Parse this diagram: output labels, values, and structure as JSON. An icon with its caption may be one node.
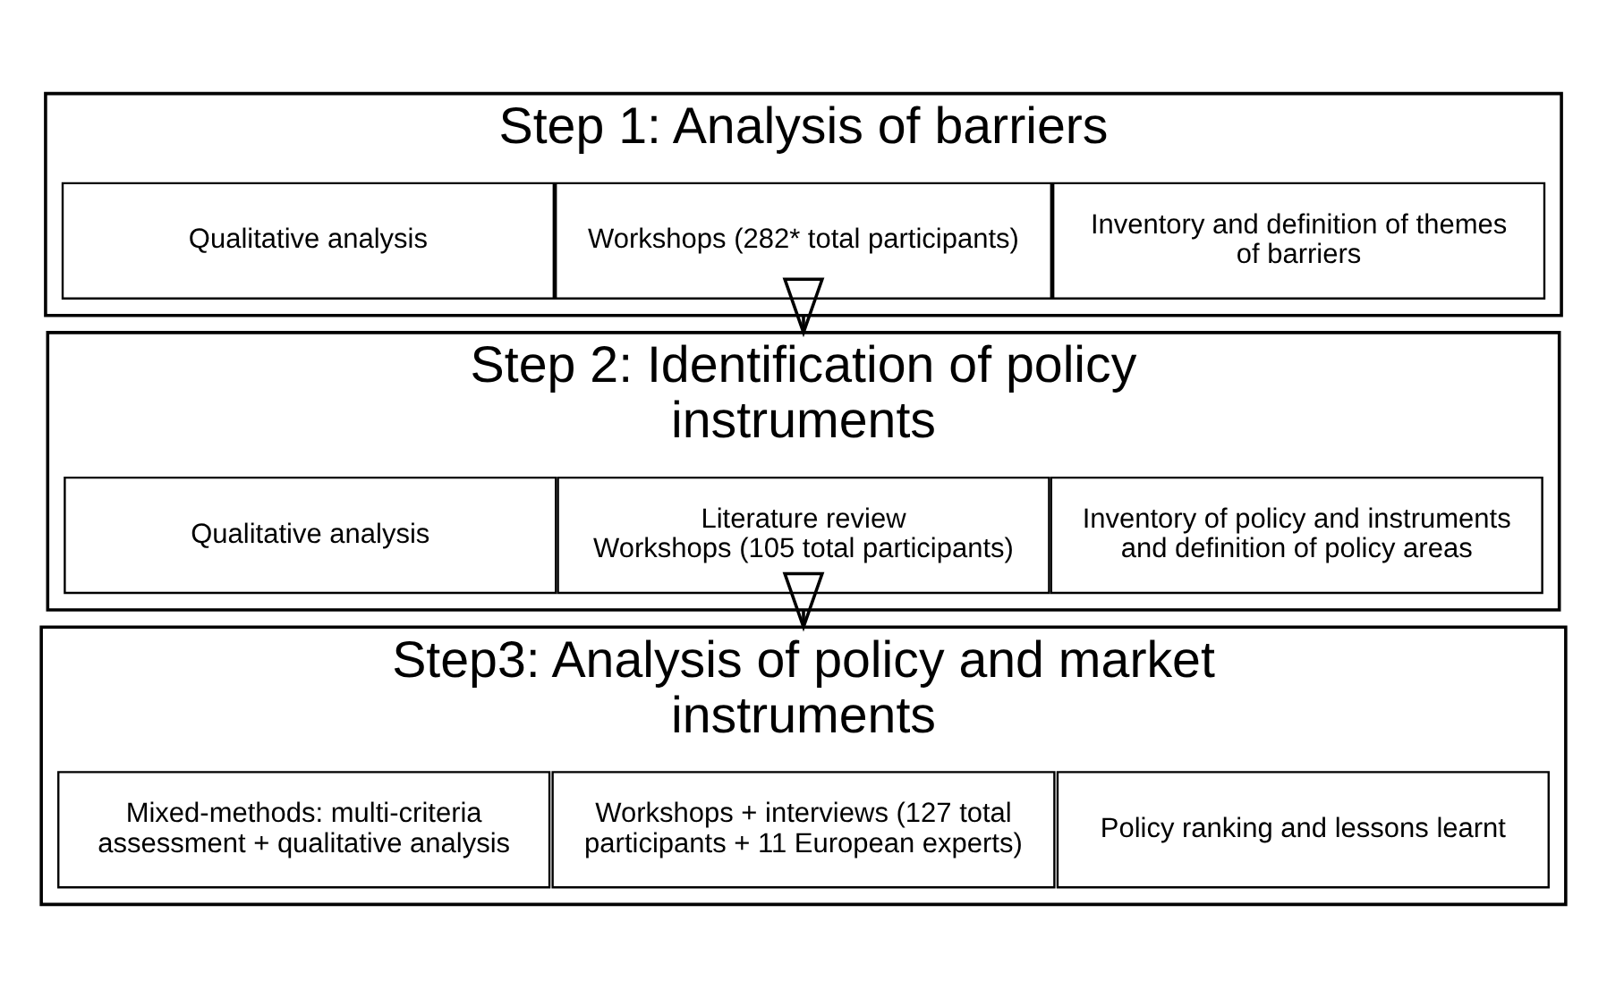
{
  "diagram": {
    "nodes": [
      {
        "text": [
          "Step 1: Analysis of barriers"
        ]
      },
      {
        "text": [
          "Qualitative analysis"
        ],
        "in": 0
      },
      {
        "text": [
          "Workshops (282* total participants)"
        ],
        "in": 0
      },
      {
        "text": [
          "Inventory and definition of themes of barriers"
        ],
        "in": 0
      },
      {
        "text": [
          "Step 2: Identification of policy instruments"
        ]
      },
      {
        "text": [
          "Qualitative analysis"
        ],
        "in": 4
      },
      {
        "text": [
          "Literature review",
          "Workshops (105 total participants)"
        ],
        "in": 4
      },
      {
        "text": [
          "Inventory of policy and instruments and definition of policy areas"
        ],
        "in": 4
      },
      {
        "text": [
          "Step3: Analysis of policy and market instruments"
        ]
      },
      {
        "text": [
          "Mixed-methods: multi-criteria assessment + qualitative analysis"
        ],
        "in": 8
      },
      {
        "text": [
          "Workshops + interviews (127 total participants + 11 European experts)"
        ],
        "in": 8
      },
      {
        "text": [
          "Policy ranking and lessons learnt"
        ],
        "in": 8
      }
    ],
    "edges": [
      {
        "from": 0,
        "to": 4,
        "arrow": "to"
      },
      {
        "from": 4,
        "to": 8,
        "arrow": "to"
      }
    ]
  }
}
